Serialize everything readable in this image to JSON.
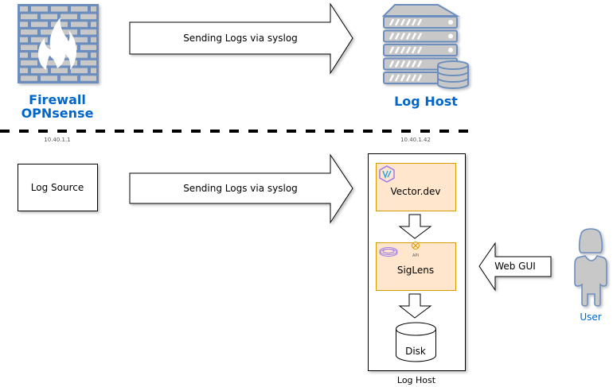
{
  "top": {
    "firewall": {
      "line1": "Firewall",
      "line2": "OPNsense",
      "ip": "10.40.1.1",
      "icon": "firewall-icon"
    },
    "arrow_label": "Sending Logs via syslog",
    "log_host": {
      "label": "Log Host",
      "ip": "10.40.1.42",
      "icon": "server-database-icon"
    }
  },
  "bottom": {
    "log_source": "Log Source",
    "arrow_label": "Sending Logs via syslog",
    "container_label": "Log Host",
    "vector": {
      "label": "Vector.dev",
      "icon": "vector-logo-icon"
    },
    "siglens": {
      "label": "SigLens",
      "api_label": "API",
      "icon": "siglens-logo-icon"
    },
    "disk": "Disk",
    "web_gui": "Web GUI",
    "user": "User"
  },
  "colors": {
    "accent_blue": "#0066CC",
    "component_fill": "#FFE6CC",
    "component_stroke": "#D79B00",
    "icon_fill": "#C8C8C8",
    "icon_stroke": "#6C8EBF"
  }
}
